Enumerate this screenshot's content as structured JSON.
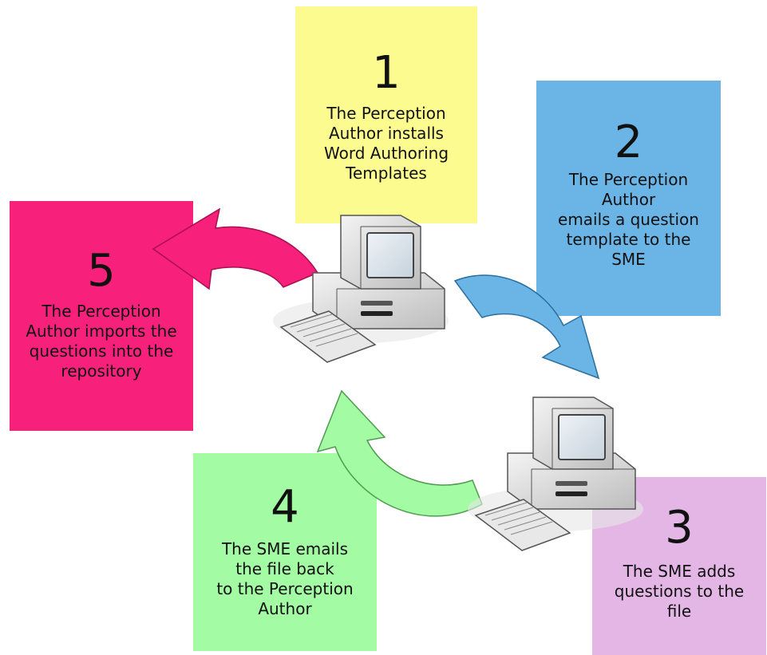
{
  "steps": [
    {
      "number": "1",
      "text": "The Perception\nAuthor installs\nWord Authoring\nTemplates",
      "color": "#fbfb8f"
    },
    {
      "number": "2",
      "text": "The Perception\nAuthor\nemails a question\ntemplate to the\nSME",
      "color": "#6bb5e6"
    },
    {
      "number": "3",
      "text": "The SME adds\nquestions to the\nfile",
      "color": "#e3b6e6"
    },
    {
      "number": "4",
      "text": "The SME emails\nthe file back\nto the Perception\nAuthor",
      "color": "#a3fba3"
    },
    {
      "number": "5",
      "text": "The Perception\nAuthor imports the\nquestions into the\nrepository",
      "color": "#f7207b"
    }
  ],
  "arrows": {
    "pink": "#f7207b",
    "blue": "#6bb5e6",
    "green": "#a3fba3"
  }
}
